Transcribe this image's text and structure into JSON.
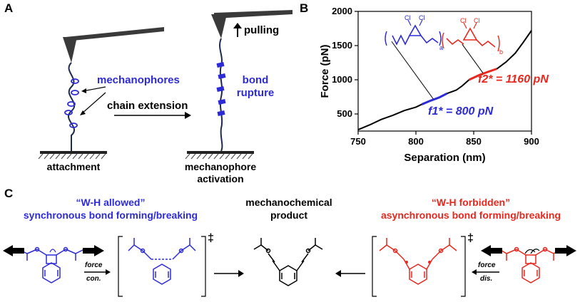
{
  "panels": {
    "a": "A",
    "b": "B",
    "c": "C"
  },
  "panel_a": {
    "pulling": "pulling",
    "mechanophores": "mechanophores",
    "bond_rupture": [
      "bond",
      "rupture"
    ],
    "chain_extension": "chain extension",
    "attachment": "attachment",
    "activation": [
      "mechanophore",
      "activation"
    ]
  },
  "panel_b": {
    "f1_label": "f1* = 800 pN",
    "f2_label": "f2* = 1160 pN",
    "structure_labels": {
      "cl": "Cl",
      "a": "a",
      "b": "b"
    }
  },
  "chart_data": {
    "type": "line",
    "xlabel": "Separation (nm)",
    "ylabel": "Force (pN)",
    "xlim": [
      750,
      900
    ],
    "ylim": [
      250,
      2000
    ],
    "xticks": [
      750,
      800,
      850,
      900
    ],
    "yticks": [
      500,
      1000,
      1500,
      2000
    ],
    "series": [
      {
        "name": "",
        "color": "#000000",
        "x": [
          750,
          760,
          770,
          780,
          790,
          800,
          805
        ],
        "y": [
          270,
          340,
          420,
          480,
          550,
          600,
          640
        ]
      },
      {
        "name": "",
        "color": "#2d2bd6",
        "x": [
          805,
          812,
          820,
          827
        ],
        "y": [
          640,
          690,
          740,
          800
        ]
      },
      {
        "name": "",
        "color": "#000000",
        "x": [
          827,
          835,
          840,
          846
        ],
        "y": [
          800,
          850,
          910,
          1000
        ]
      },
      {
        "name": "",
        "color": "#e8281e",
        "x": [
          846,
          855,
          863,
          870
        ],
        "y": [
          1000,
          1070,
          1120,
          1160
        ]
      },
      {
        "name": "",
        "color": "#000000",
        "x": [
          870,
          878,
          886,
          893,
          900
        ],
        "y": [
          1160,
          1260,
          1390,
          1550,
          1720
        ]
      }
    ]
  },
  "panel_c": {
    "allowed_title": "“W-H allowed”",
    "allowed_sub": "synchronous bond forming/breaking",
    "product_title": [
      "mechanochemical",
      "product"
    ],
    "forbidden_title": "“W-H forbidden”",
    "forbidden_sub": "asynchronous bond forming/breaking",
    "force_con": [
      "force",
      "con."
    ],
    "force_dis": [
      "force",
      "dis."
    ],
    "dagger": "‡",
    "colors": {
      "blue": "#2d2bd6",
      "red": "#e8281e"
    }
  }
}
